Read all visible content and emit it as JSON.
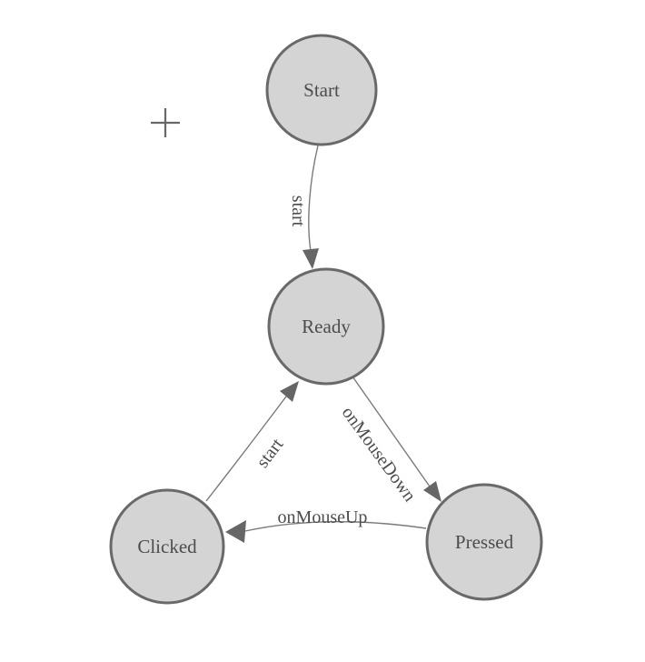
{
  "diagram": {
    "type": "state-machine",
    "nodes": [
      {
        "id": "start",
        "label": "Start"
      },
      {
        "id": "ready",
        "label": "Ready"
      },
      {
        "id": "clicked",
        "label": "Clicked"
      },
      {
        "id": "pressed",
        "label": "Pressed"
      }
    ],
    "edges": [
      {
        "from": "start",
        "to": "ready",
        "label": "start"
      },
      {
        "from": "ready",
        "to": "pressed",
        "label": "onMouseDown"
      },
      {
        "from": "pressed",
        "to": "clicked",
        "label": "onMouseUp"
      },
      {
        "from": "clicked",
        "to": "ready",
        "label": "start"
      }
    ],
    "tools": {
      "add_icon_glyph": "+"
    },
    "colors": {
      "background": "#ffffff",
      "node_fill": "#d4d4d4",
      "node_stroke": "#696969",
      "edge_line": "#7a7a7a",
      "arrowhead": "#666666",
      "label_text": "#4c4c4c"
    }
  }
}
